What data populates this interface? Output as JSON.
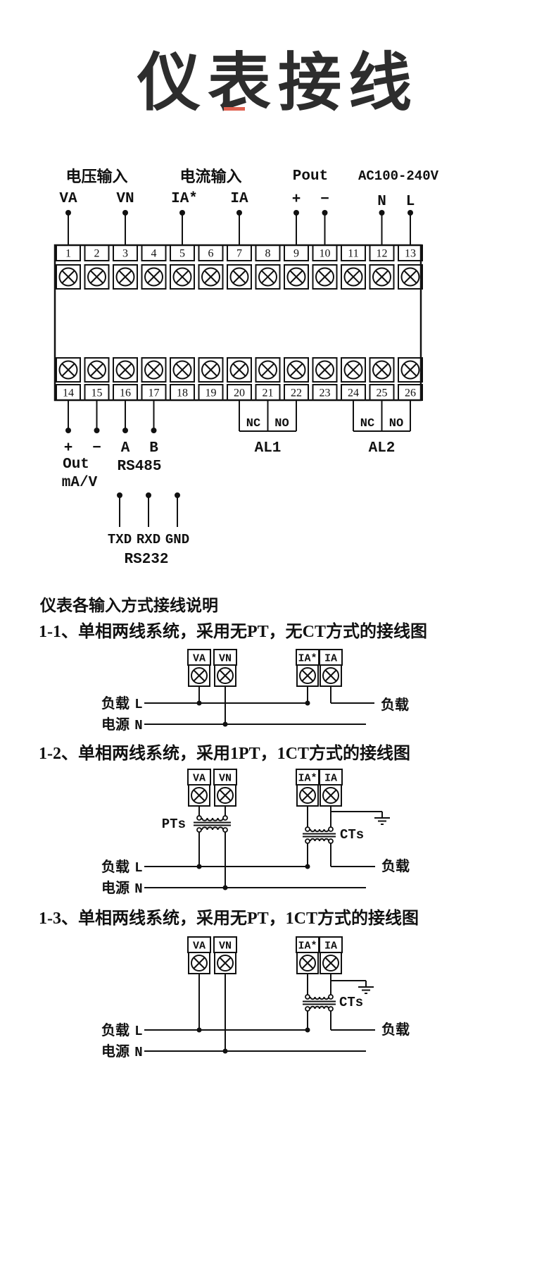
{
  "page": {
    "title": "仪表接线",
    "accent_color": "#e0604f",
    "ink_color": "#111111"
  },
  "terminal_block": {
    "top_numbers": [
      "1",
      "2",
      "3",
      "4",
      "5",
      "6",
      "7",
      "8",
      "9",
      "10",
      "11",
      "12",
      "13"
    ],
    "bottom_numbers": [
      "14",
      "15",
      "16",
      "17",
      "18",
      "19",
      "20",
      "21",
      "22",
      "23",
      "24",
      "25",
      "26"
    ],
    "top": {
      "voltage_input_label": "电压输入",
      "va": "VA",
      "vn": "VN",
      "current_input_label": "电流输入",
      "ia_star": "IA*",
      "ia": "IA",
      "pout_label": "Pout",
      "pout_plus": "+",
      "pout_minus": "−",
      "power_label": "AC100-240V",
      "power_n": "N",
      "power_l": "L"
    },
    "bottom": {
      "out_plus": "+",
      "out_minus": "−",
      "rs485_a": "A",
      "rs485_b": "B",
      "out_label": "Out",
      "out_unit": "mA/V",
      "rs485_label": "RS485",
      "al1": {
        "nc": "NC",
        "no": "NO",
        "label": "AL1"
      },
      "al2": {
        "nc": "NC",
        "no": "NO",
        "label": "AL2"
      },
      "rs232": {
        "txd": "TXD",
        "rxd": "RXD",
        "gnd": "GND",
        "label": "RS232"
      }
    }
  },
  "instructions": {
    "section_title": "仪表各输入方式接线说明",
    "diagrams": [
      {
        "heading": "1-1、单相两线系统，采用无PT，无CT方式的接线图",
        "terminals": [
          "VA",
          "VN",
          "IA*",
          "IA"
        ],
        "load_left": "负载",
        "line_l": "L",
        "source_left": "电源",
        "line_n": "N",
        "load_right": "负载"
      },
      {
        "heading": "1-2、单相两线系统，采用1PT，1CT方式的接线图",
        "terminals": [
          "VA",
          "VN",
          "IA*",
          "IA"
        ],
        "pt_label": "PTs",
        "ct_label": "CTs",
        "load_left": "负载",
        "line_l": "L",
        "source_left": "电源",
        "line_n": "N",
        "load_right": "负载"
      },
      {
        "heading": "1-3、单相两线系统，采用无PT，1CT方式的接线图",
        "terminals": [
          "VA",
          "VN",
          "IA*",
          "IA"
        ],
        "ct_label": "CTs",
        "load_left": "负载",
        "line_l": "L",
        "source_left": "电源",
        "line_n": "N",
        "load_right": "负载"
      }
    ]
  }
}
